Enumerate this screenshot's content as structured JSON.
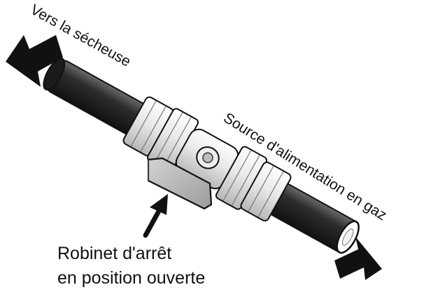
{
  "labels": {
    "to_dryer": "Vers la sécheuse",
    "gas_supply": "Source d'alimentation en gaz",
    "valve_line1": "Robinet d'arrêt",
    "valve_line2": "en position ouverte"
  },
  "colors": {
    "pipe": "#2b2b2b",
    "fitting": "#e6e6e6",
    "outline": "#111111",
    "handle": "#b5b5b5"
  },
  "icons": {
    "flow_arrows": "arrow-left-icon",
    "pointer": "arrow-up-right-icon"
  }
}
